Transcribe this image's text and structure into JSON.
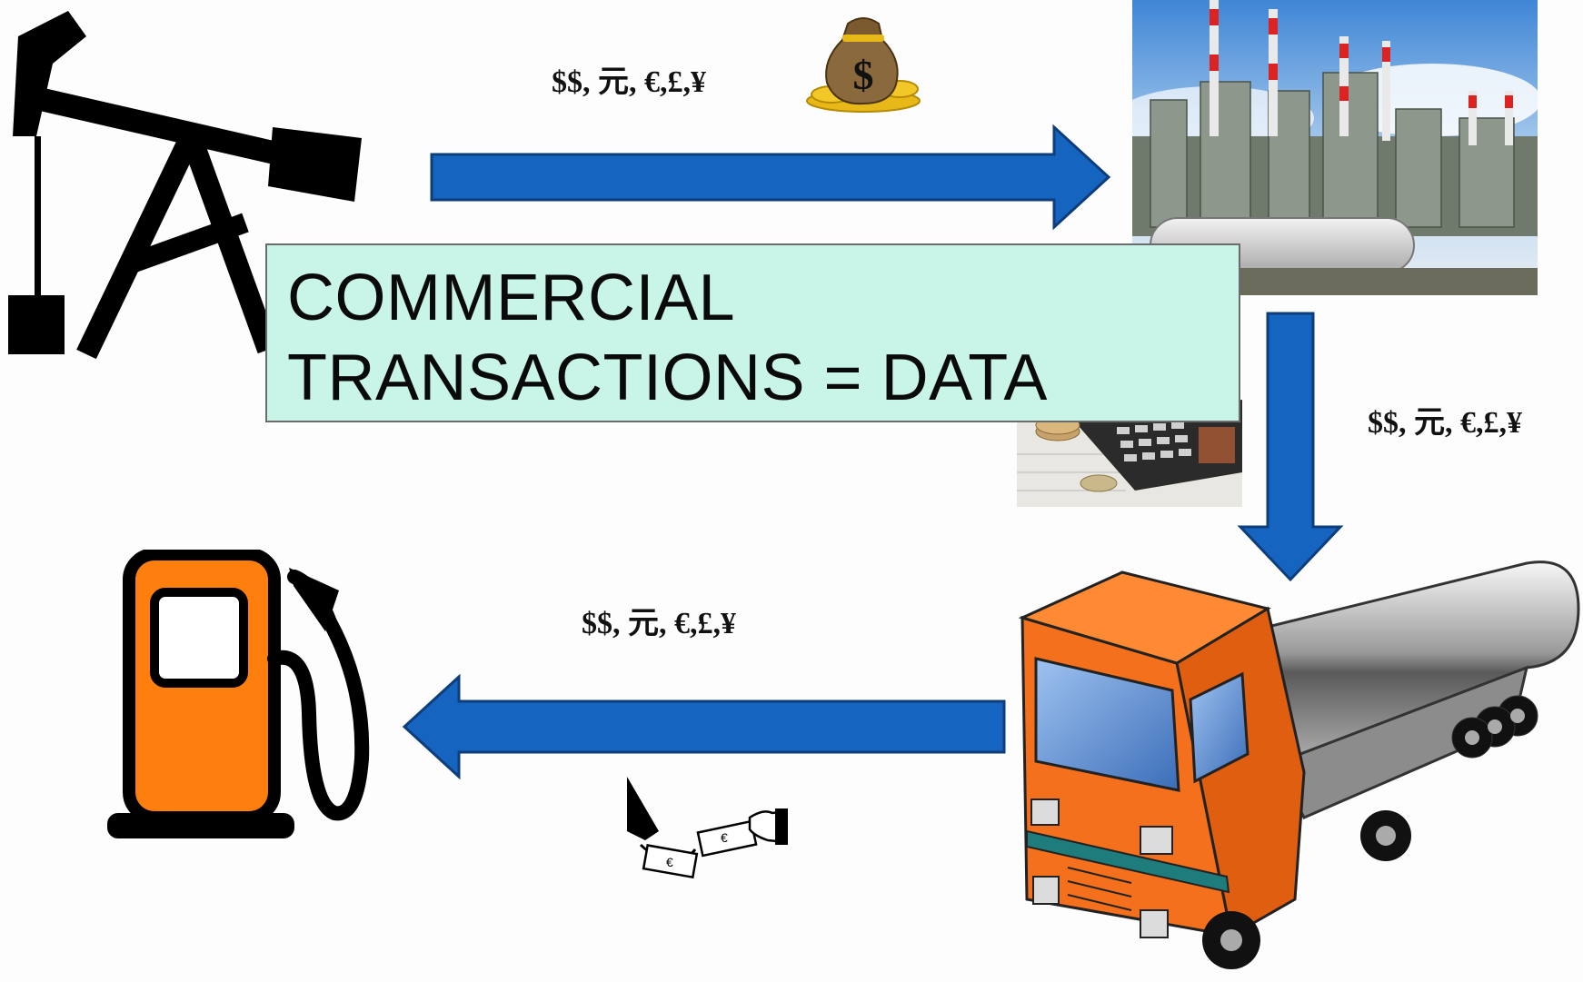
{
  "callout": {
    "line1": "COMMERCIAL",
    "line2": "TRANSACTIONS = DATA"
  },
  "labels": {
    "top": "$$, 元, €,£,¥",
    "right": "$$, 元, €,£,¥",
    "bottom": "$$, 元, €,£,¥"
  },
  "icons": {
    "money_bag_symbol": "$",
    "cash_symbol": "€"
  },
  "colors": {
    "arrow": "#1565c0",
    "arrow_stroke": "#0d3d7a",
    "pump_orange": "#ff7f0e",
    "truck_orange": "#f4701c",
    "callout_bg": "#c9f5e9"
  }
}
